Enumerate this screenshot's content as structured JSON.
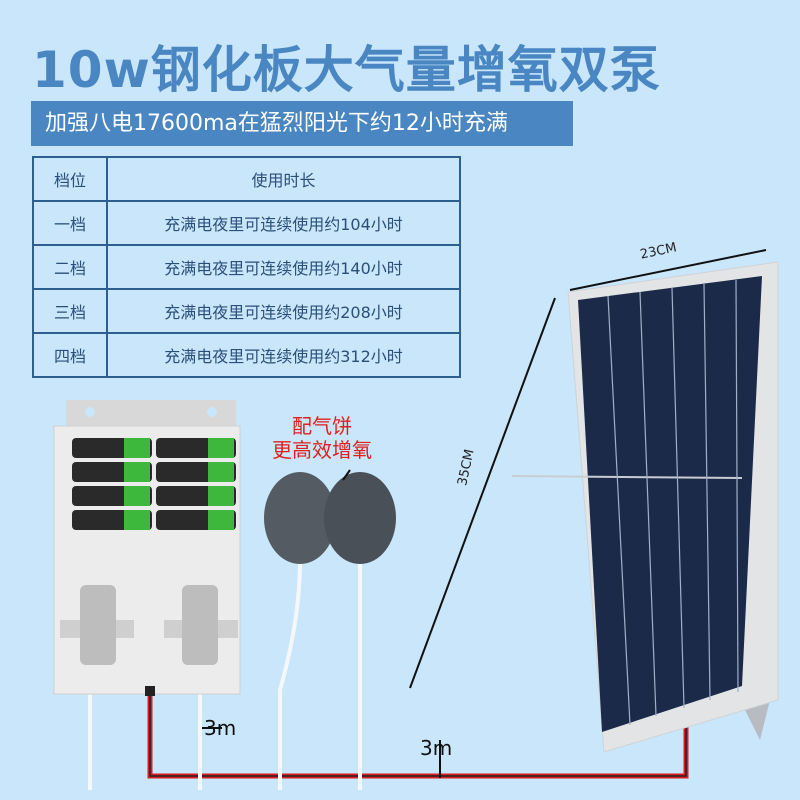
{
  "title": "10w钢化板大气量增氧双泵",
  "banner": "加强八电17600ma在猛烈阳光下约12小时充满",
  "table": {
    "headers": [
      "档位",
      "使用时长"
    ],
    "rows": [
      [
        "一档",
        "充满电夜里可连续使用约104小时"
      ],
      [
        "二档",
        "充满电夜里可连续使用约140小时"
      ],
      [
        "三档",
        "充满电夜里可连续使用约208小时"
      ],
      [
        "四档",
        "充满电夜里可连续使用约312小时"
      ]
    ]
  },
  "labels": {
    "air_stone_line1": "配气饼",
    "air_stone_line2": "更高效增氧",
    "tube_length": "3m",
    "cable_length": "3m",
    "panel_width": "23CM",
    "panel_height": "35CM"
  },
  "colors": {
    "background": "#c9e6fb",
    "accent": "#4a87c2",
    "label_red": "#e0201a"
  }
}
